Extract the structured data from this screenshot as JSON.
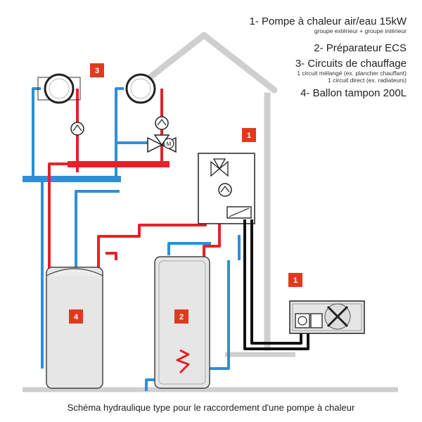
{
  "legend": {
    "item1": {
      "title": "1- Pompe à chaleur air/eau 15kW",
      "sub1": "groupe extérieur + groupe intérieur"
    },
    "item2": {
      "title": "2- Préparateur ECS"
    },
    "item3": {
      "title": "3- Circuits de chauffage",
      "sub1": "1 circuit mélangé (ex. plancher chauffant)",
      "sub2": "1 circuit direct (ex. radiateurs)"
    },
    "item4": {
      "title": "4- Ballon tampon 200L"
    }
  },
  "caption": "Schéma hydraulique type pour le raccordement d'une pompe à chaleur",
  "badges": {
    "b3": "3",
    "b1_indoor": "1",
    "b1_outdoor": "1",
    "b4": "4",
    "b2": "2"
  },
  "valve_label": "M",
  "colors": {
    "hot": "#e8202a",
    "cold": "#2f8fd6",
    "refrigerant": "#111111",
    "house": "#cfcfcf",
    "badge": "#e03a1e",
    "tank": "#e6e6e6"
  }
}
